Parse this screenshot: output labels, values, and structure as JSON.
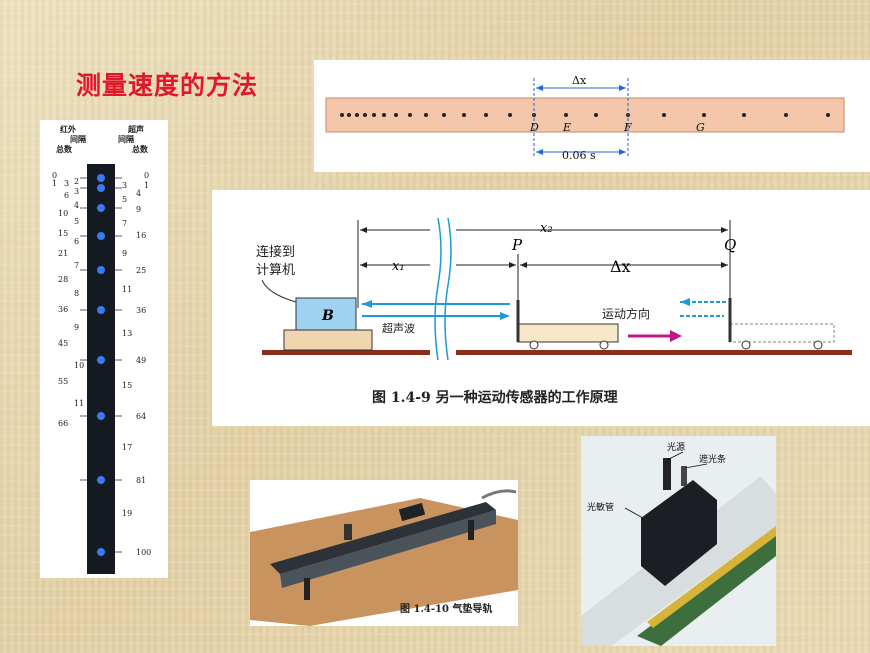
{
  "slide": {
    "title": "测量速度的方法"
  },
  "tape": {
    "interval_label": "Δx",
    "time_label": "0.06 s",
    "point_labels": [
      "D",
      "E",
      "F",
      "G"
    ]
  },
  "strip": {
    "left_headers": [
      "红外",
      "间隔",
      "总数"
    ],
    "right_headers": [
      "超声",
      "间隔",
      "总数"
    ],
    "left_values": [
      "0",
      "1",
      "3",
      "2",
      "6",
      "3",
      "4",
      "10",
      "5",
      "15",
      "6",
      "21",
      "7",
      "28",
      "8",
      "36",
      "9",
      "45",
      "10",
      "55",
      "11",
      "66"
    ],
    "right_values": [
      "0",
      "1",
      "3",
      "4",
      "5",
      "9",
      "7",
      "16",
      "9",
      "25",
      "11",
      "36",
      "13",
      "49",
      "15",
      "64",
      "17",
      "81",
      "19",
      "100"
    ]
  },
  "sensor_figure": {
    "computer_label_1": "连接到",
    "computer_label_2": "计算机",
    "block_label": "B",
    "ultrasound_label": "超声波",
    "direction_label": "运动方向",
    "x1_label": "x₁",
    "x2_label": "x₂",
    "dx_label": "Δx",
    "p_label": "P",
    "q_label": "Q",
    "caption": "图 1.4-9   另一种运动传感器的工作原理"
  },
  "airtrack_figure": {
    "caption": "图 1.4-10  气垫导轨"
  },
  "photogate_figure": {
    "light_source": "光源",
    "shade_strip": "遮光条",
    "photo_tube": "光敏管"
  },
  "colors": {
    "title": "#e0182a",
    "arrow_blue": "#1a9ad6",
    "arrow_magenta": "#c0168a",
    "track_brown": "#8a2e1c"
  }
}
